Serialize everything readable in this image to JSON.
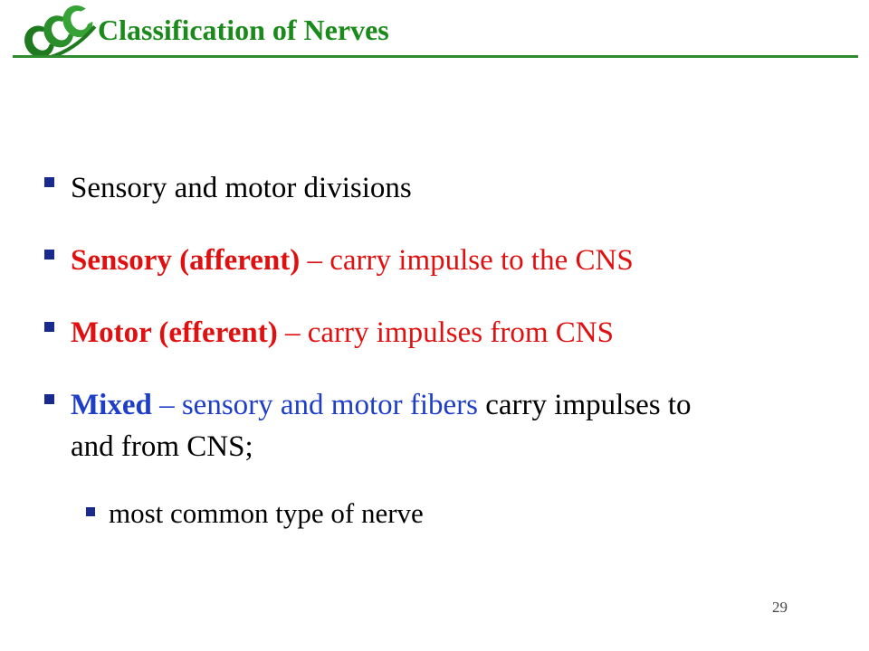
{
  "slide": {
    "title": "Classification of Nerves",
    "page_number": "29"
  },
  "bullets": {
    "b1": {
      "text": "Sensory and motor divisions"
    },
    "b2": {
      "term": "Sensory (afferent)",
      "rest": " – carry impulse to the CNS"
    },
    "b3": {
      "term": "Motor (efferent)",
      "rest": " – carry impulses from CNS"
    },
    "b4": {
      "term": "Mixed",
      "dash": " – ",
      "highlight": "sensory and motor fibers",
      "rest_line1": " carry impulses to",
      "line2": "and from CNS;"
    },
    "sub1": {
      "text": "most common type of nerve"
    }
  },
  "colors": {
    "title": "#1a8a1a",
    "rule": "#2e8b2e",
    "bullet_marker": "#1a2a8c",
    "red_text": "#e01010",
    "blue_text": "#1e3ec8"
  },
  "icons": {
    "logo": "ccc-logo-icon"
  }
}
